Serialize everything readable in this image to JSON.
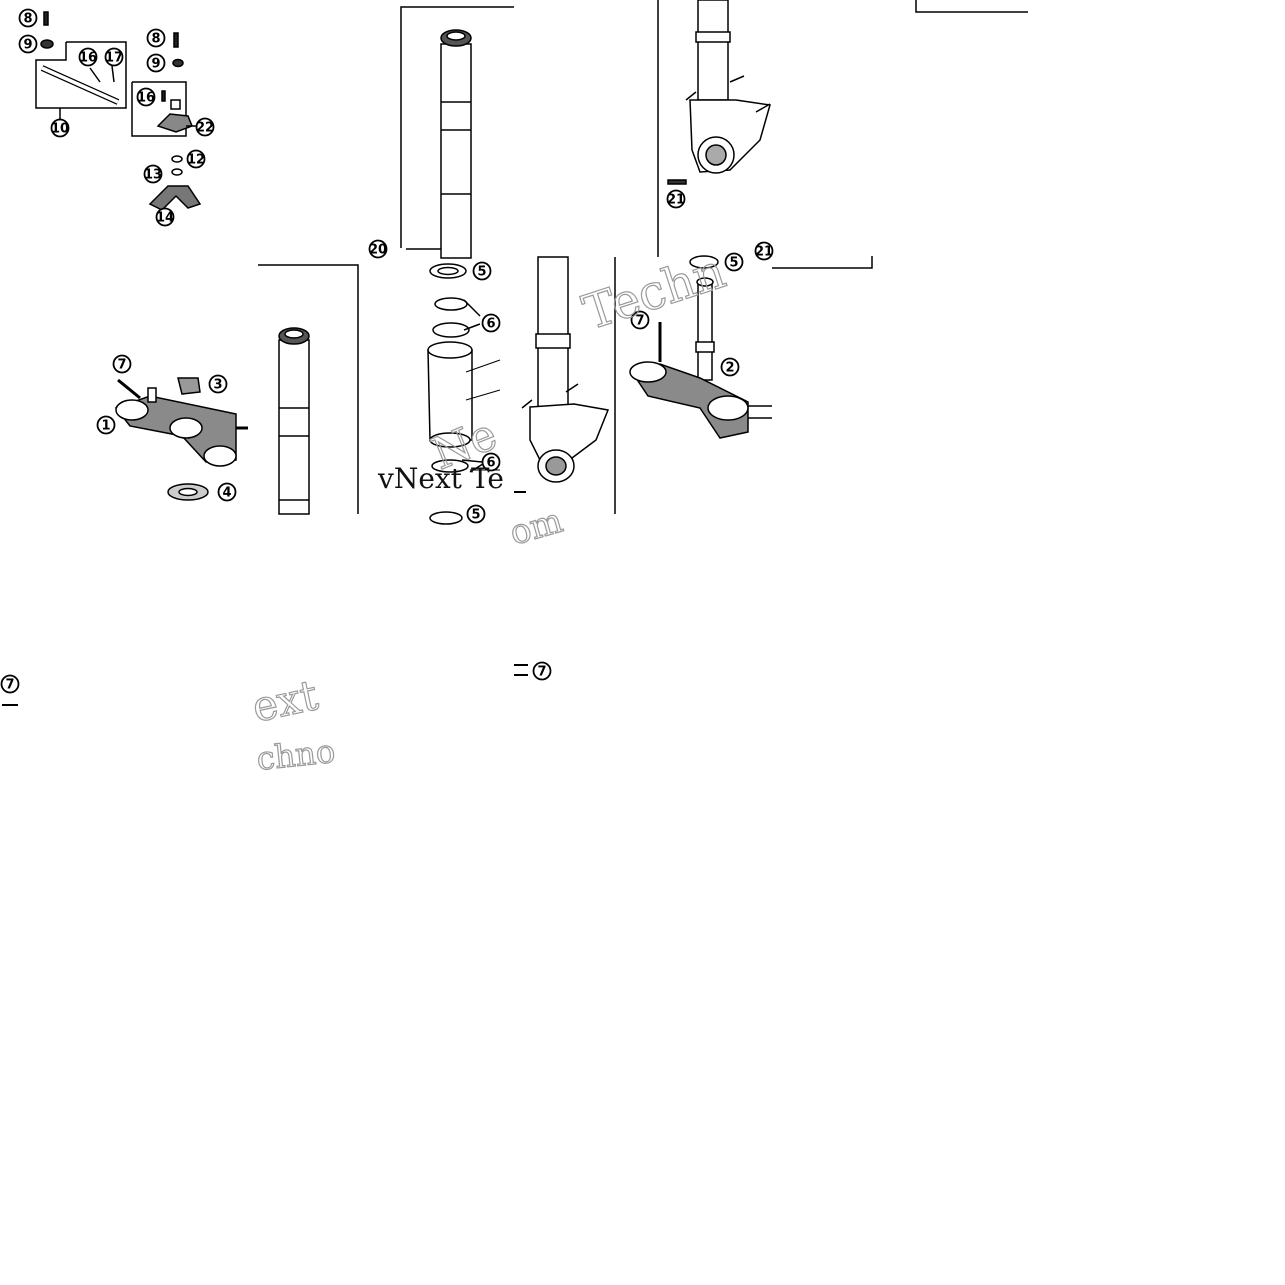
{
  "callouts": {
    "c1": "1",
    "c2": "2",
    "c3": "3",
    "c4": "4",
    "c5a": "5",
    "c5b": "5",
    "c5c": "5",
    "c6a": "6",
    "c6b": "6",
    "c7a": "7",
    "c7b": "7",
    "c7c": "7",
    "c7d": "7",
    "c8a": "8",
    "c8b": "8",
    "c9a": "9",
    "c9b": "9",
    "c10": "10",
    "c12": "12",
    "c13": "13",
    "c14": "14",
    "c16a": "16",
    "c16b": "16",
    "c17": "17",
    "c20": "20",
    "c21a": "21",
    "c21b": "21",
    "c22": "22"
  },
  "watermarks": {
    "w1": "Techn",
    "w2": "vNext Te",
    "w3": "ext",
    "w4": "chno",
    "w5": "om",
    "w6": "Ne"
  },
  "colors": {
    "line": "#000000",
    "part_fill": "#ffffff",
    "shade": "#6b6b6b",
    "watermark": "#9a9a9a"
  }
}
